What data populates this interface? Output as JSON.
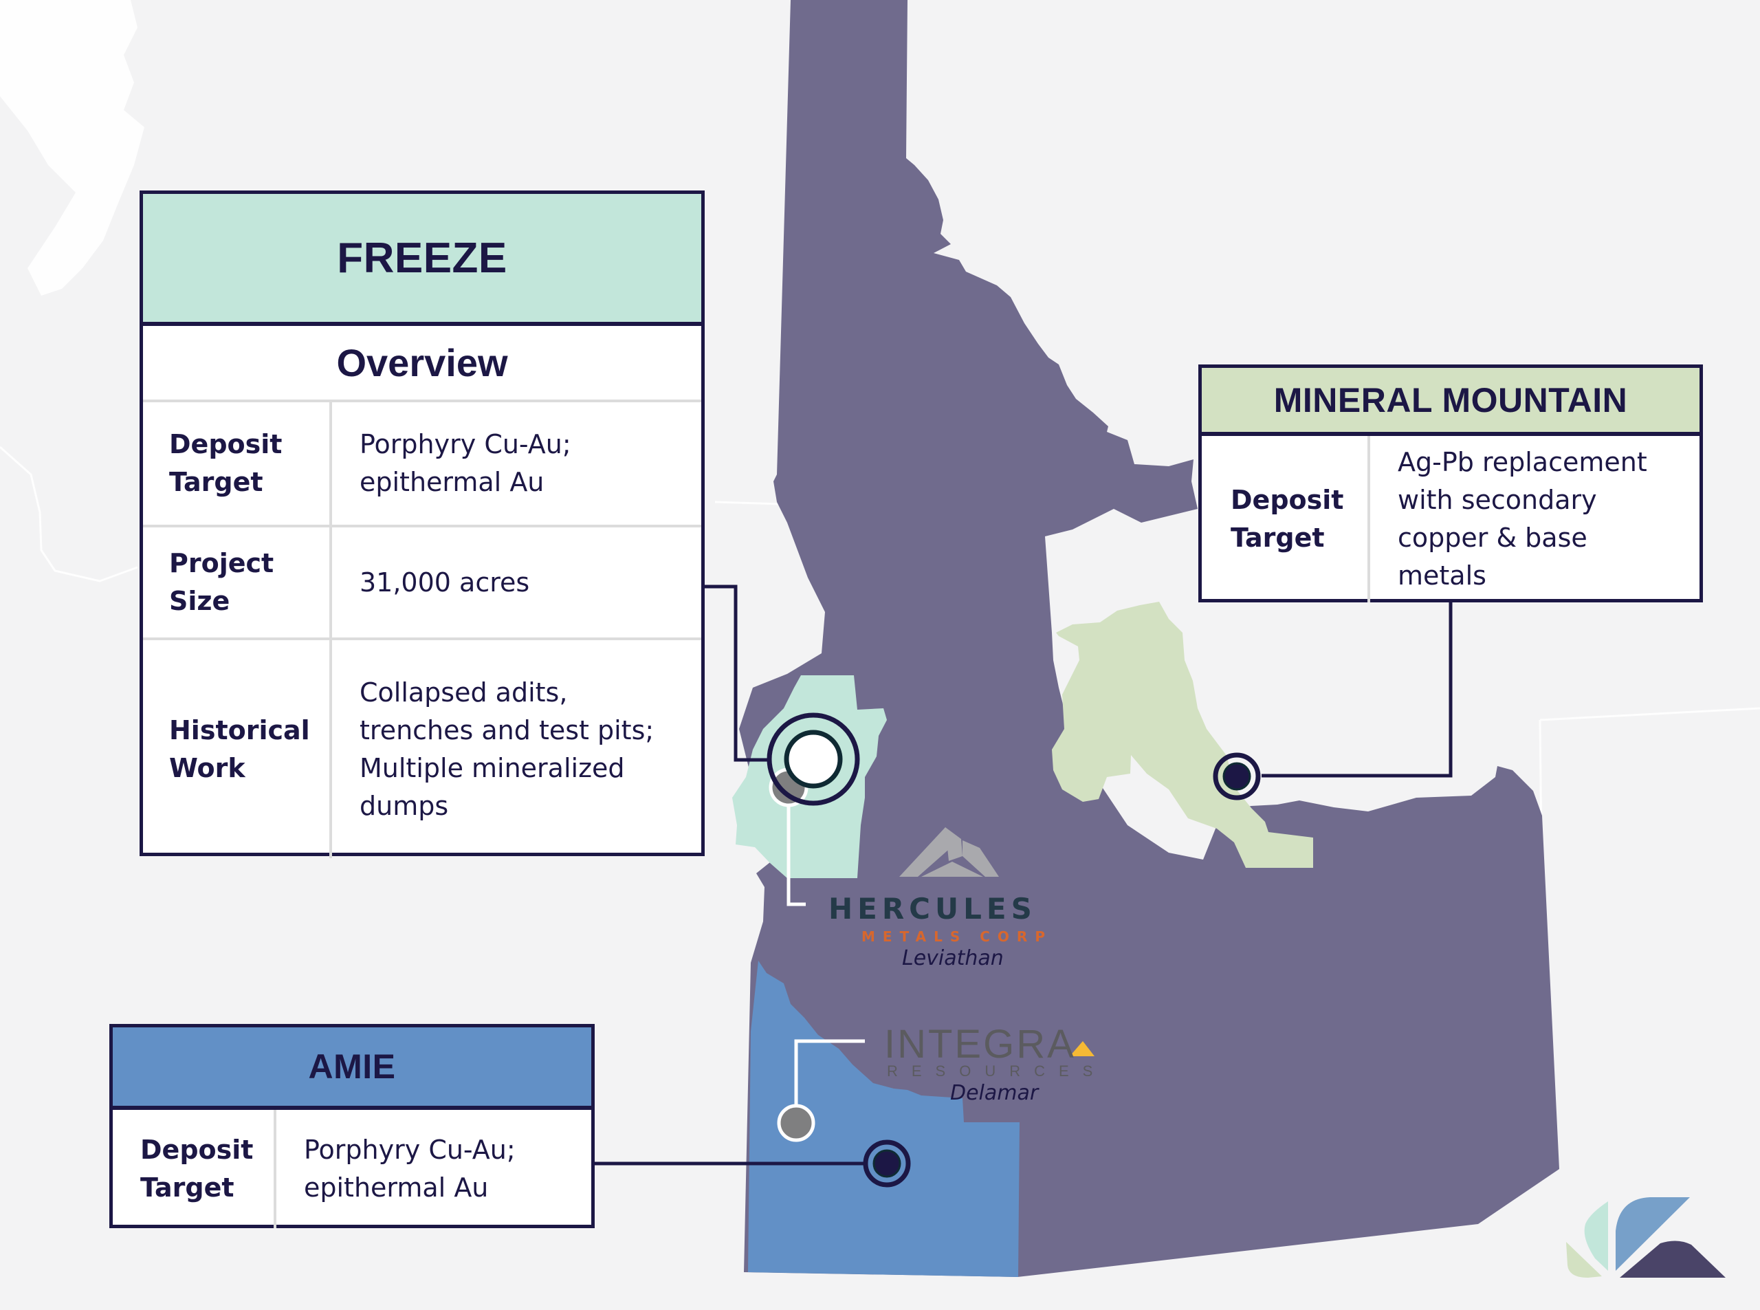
{
  "colors": {
    "background": "#f3f3f4",
    "state_fill": "#706b8d",
    "freeze_fill": "#c2e6da",
    "mineral_mountain_fill": "#d3e1c2",
    "amie_fill": "#6290c6",
    "outline_dark": "#1c1745",
    "neighbor_marker": "#7f7f80",
    "hercules_orange": "#d7672e",
    "integra_gold": "#f5b935"
  },
  "projects": {
    "freeze": {
      "title": "FREEZE",
      "subtitle": "Overview",
      "rows": [
        {
          "label": "Deposit\nTarget",
          "value": "Porphyry Cu-Au;\nepithermal Au"
        },
        {
          "label": "Project\nSize",
          "value": "31,000 acres"
        },
        {
          "label": "Historical\nWork",
          "value": "Collapsed adits,\ntrenches and test pits;\nMultiple mineralized\ndumps"
        }
      ]
    },
    "mineral_mountain": {
      "title": "MINERAL MOUNTAIN",
      "rows": [
        {
          "label": "Deposit\nTarget",
          "value": "Ag-Pb replacement\nwith secondary\ncopper & base\nmetals"
        }
      ]
    },
    "amie": {
      "title": "AMIE",
      "rows": [
        {
          "label": "Deposit\nTarget",
          "value": "Porphyry Cu-Au;\nepithermal Au"
        }
      ]
    }
  },
  "neighbors": [
    {
      "company": "HERCULES",
      "company_sub": "METALS CORP",
      "project": "Leviathan"
    },
    {
      "company": "INTEGRA",
      "company_sub": "RESOURCES",
      "project": "Delamar"
    }
  ],
  "icons": {
    "project_marker": "target-marker-icon",
    "neighbor_marker": "grey-dot-icon",
    "company_logo": "k-leaf-logo-icon"
  }
}
